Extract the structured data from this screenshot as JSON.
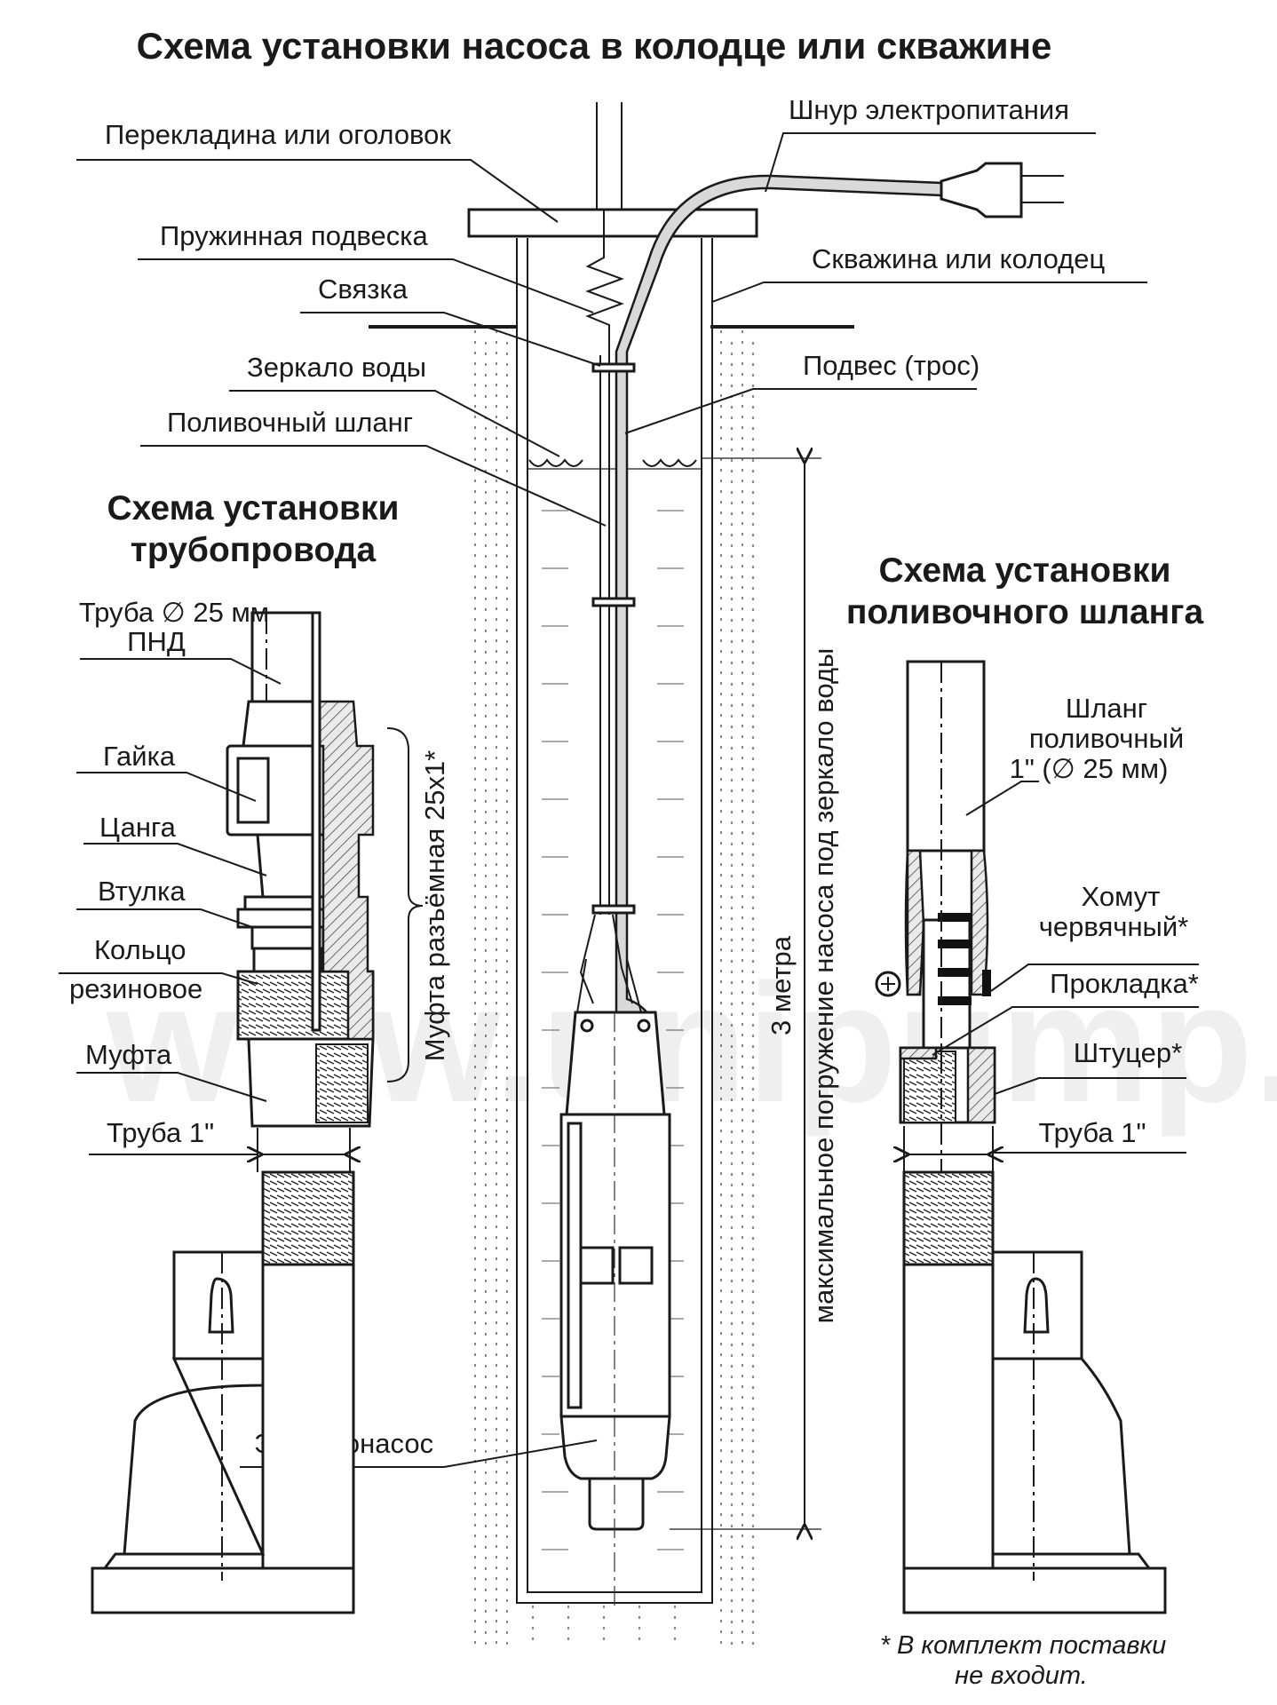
{
  "titles": {
    "main": "Схема установки насоса в колодце или скважине",
    "pipeline_line1": "Схема установки",
    "pipeline_line2": "трубопровода",
    "hose_line1": "Схема установки",
    "hose_line2": "поливочного шланга"
  },
  "well_labels": {
    "crossbar": "Перекладина или оголовок",
    "spring": "Пружинная подвеска",
    "tie": "Связка",
    "water_level": "Зеркало воды",
    "hose": "Поливочный шланг",
    "power_cord": "Шнур электропитания",
    "well": "Скважина или колодец",
    "rope": "Подвес (трос)",
    "pump": "Электронасос",
    "depth_3m": "3 метра",
    "max_depth": "максимальное погружение насоса под зеркало воды"
  },
  "pipeline_labels": {
    "pipe_line1": "Труба ∅ 25 мм",
    "pipe_line2": "ПНД",
    "nut": "Гайка",
    "collet": "Цанга",
    "sleeve": "Втулка",
    "ring_line1": "Кольцо",
    "ring_line2": "резиновое",
    "coupling": "Муфта",
    "pipe_1inch": "Труба 1\"",
    "split_coupling": "Муфта разъёмная 25х1*"
  },
  "hose_labels": {
    "hose_line1": "Шланг",
    "hose_line2": "поливочный",
    "hose_line3": "1\" (∅ 25 мм)",
    "clamp_line1": "Хомут",
    "clamp_line2": "червячный*",
    "gasket": "Прокладка*",
    "fitting": "Штуцер*",
    "pipe_1inch": "Труба 1\""
  },
  "footnote": {
    "line1": "* В комплект поставки",
    "line2": "не входит."
  },
  "watermark": "www.unipump.ru"
}
